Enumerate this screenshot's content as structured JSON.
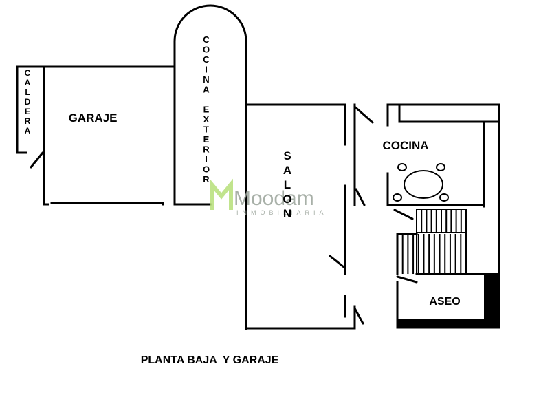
{
  "rooms": {
    "caldera": "CALDERA",
    "garaje": "GARAJE",
    "cocina_exterior": "COCINA EXTERIOR",
    "salon": "SALON",
    "cocina": "COCINA",
    "aseo": "ASEO"
  },
  "caption": "PLANTA BAJA  Y GARAJE",
  "watermark": {
    "brand": "Moodam",
    "sub": "INMOBILIARIA",
    "color": "#9aa39a",
    "accent": "#b7e07a"
  }
}
